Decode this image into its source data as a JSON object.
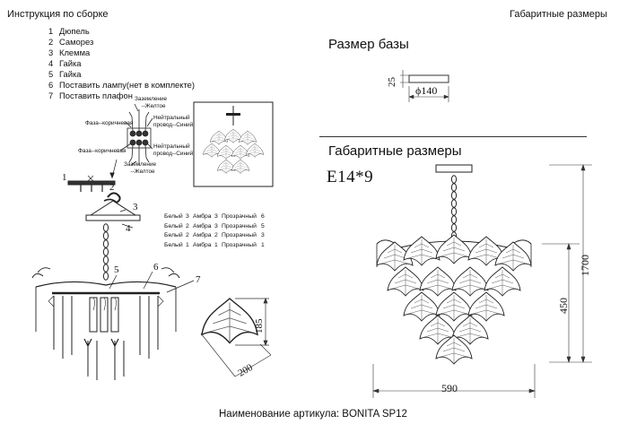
{
  "header": {
    "instructions_title": "Инструкция по сборке",
    "dimensions_title": "Габаритные размеры"
  },
  "steps": [
    {
      "num": "1",
      "text": "Дюпель"
    },
    {
      "num": "2",
      "text": "Саморез"
    },
    {
      "num": "3",
      "text": "Клемма"
    },
    {
      "num": "4",
      "text": "Гайка"
    },
    {
      "num": "5",
      "text": "Гайка"
    },
    {
      "num": "6",
      "text": "Поставить лампу(нет в комплекте)"
    },
    {
      "num": "7",
      "text": "Поставить плафон"
    }
  ],
  "wiring": {
    "ground_top_1": "Заземление",
    "ground_top_2": "--Желтое",
    "phase_top": "Фаза--коричневая",
    "neutral_top_1": "Нейтральный",
    "neutral_top_2": "провод--Синий",
    "phase_bottom": "Фаза--коричневая",
    "neutral_bottom_1": "Нейтральный",
    "neutral_bottom_2": "провод--Синий",
    "ground_bottom_1": "Заземление",
    "ground_bottom_2": "--Желтое"
  },
  "callouts": {
    "c1": "1",
    "c2": "2",
    "c3": "3",
    "c4": "4",
    "c5": "5",
    "c6": "6",
    "c7": "7"
  },
  "legend": [
    {
      "c1": "Белый",
      "n1": "3",
      "c2": "Амбра",
      "n2": "3",
      "c3": "Прозрачный",
      "n3": "6"
    },
    {
      "c1": "Белый",
      "n1": "2",
      "c2": "Амбра",
      "n2": "3",
      "c3": "Прозрачный",
      "n3": "5"
    },
    {
      "c1": "Белый",
      "n1": "2",
      "c2": "Амбра",
      "n2": "2",
      "c3": "Прозрачный",
      "n3": "3"
    },
    {
      "c1": "Белый",
      "n1": "1",
      "c2": "Амбра",
      "n2": "1",
      "c3": "Прозрачный",
      "n3": "1"
    }
  ],
  "shade": {
    "height": "185",
    "width": "200"
  },
  "base": {
    "title": "Размер базы",
    "height": "25",
    "diameter": "ϕ140"
  },
  "overall": {
    "title": "Габаритные размеры",
    "lamp": "E14*9",
    "height": "1700",
    "body_height": "450",
    "width": "590"
  },
  "footer": {
    "article": "Наименование артикула: BONITA SP12"
  },
  "colors": {
    "ink": "#111111",
    "line": "#333333",
    "paper": "#ffffff"
  }
}
